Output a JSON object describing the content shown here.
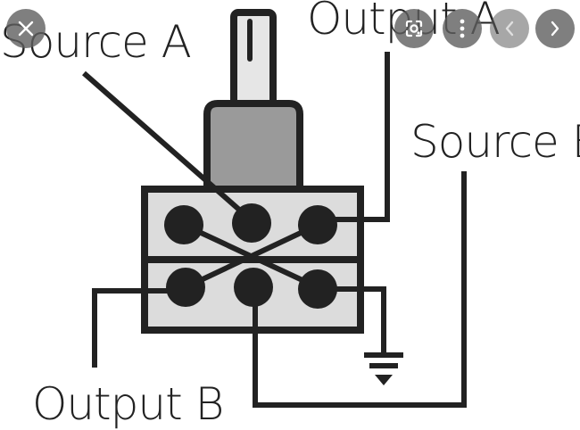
{
  "diagram": {
    "labels": {
      "source_a": "Source A",
      "output_a": "Output A",
      "source_b": "Source B",
      "output_b": "Output B"
    }
  },
  "viewer": {
    "close_icon": "close-icon",
    "lens_icon": "google-lens-icon",
    "more_icon": "more-vert-icon",
    "prev_icon": "chevron-left-icon",
    "next_icon": "chevron-right-icon",
    "button_color": "#5f5f5f"
  },
  "colors": {
    "ink": "#222222",
    "switch_body": "#dcdcdc",
    "shaft_collar": "#9a9a9a",
    "shaft": "#e6e6e6"
  }
}
